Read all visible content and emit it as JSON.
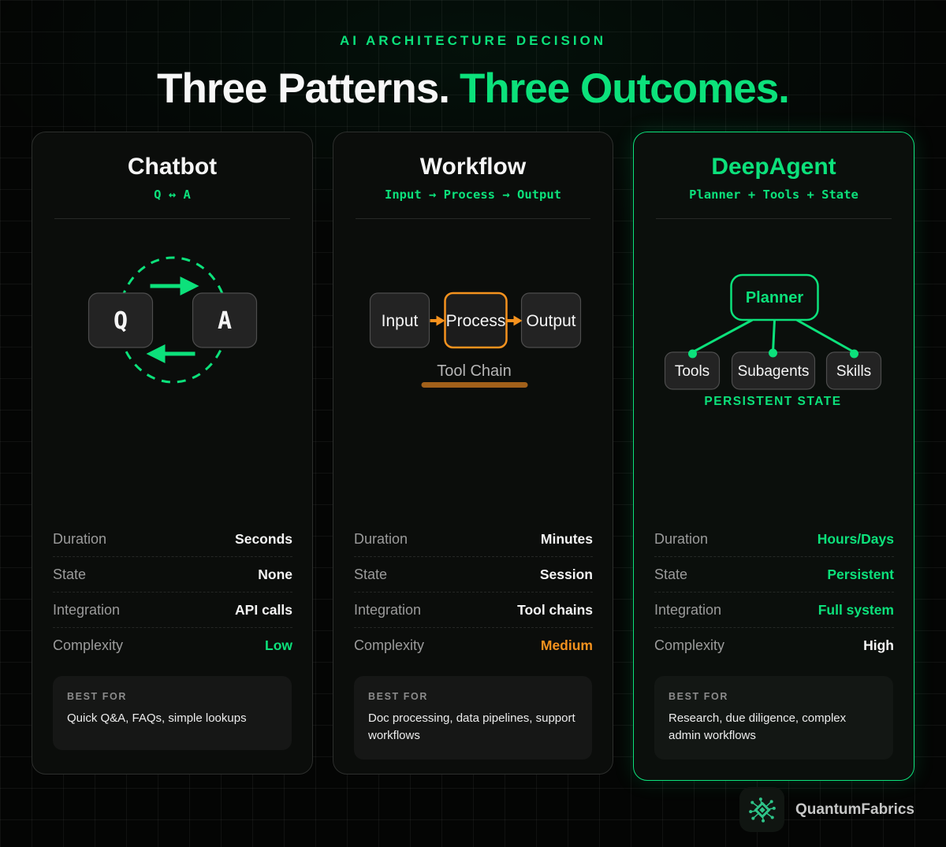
{
  "header": {
    "kicker": "AI ARCHITECTURE DECISION",
    "title_white": "Three Patterns.",
    "title_green": "Three Outcomes."
  },
  "cards": [
    {
      "title": "Chatbot",
      "subtitle": "Q ↔ A",
      "diagram": {
        "type": "qa-loop",
        "node_q": "Q",
        "node_a": "A"
      },
      "stats": [
        {
          "label": "Duration",
          "value": "Seconds",
          "highlight": "none"
        },
        {
          "label": "State",
          "value": "None",
          "highlight": "none"
        },
        {
          "label": "Integration",
          "value": "API calls",
          "highlight": "none"
        },
        {
          "label": "Complexity",
          "value": "Low",
          "highlight": "green"
        }
      ],
      "best_for": {
        "label": "BEST FOR",
        "text": "Quick Q&A, FAQs, simple lookups"
      }
    },
    {
      "title": "Workflow",
      "subtitle": "Input → Process → Output",
      "diagram": {
        "type": "pipeline",
        "node_input": "Input",
        "node_process": "Process",
        "node_output": "Output",
        "caption": "Tool Chain"
      },
      "stats": [
        {
          "label": "Duration",
          "value": "Minutes",
          "highlight": "none"
        },
        {
          "label": "State",
          "value": "Session",
          "highlight": "none"
        },
        {
          "label": "Integration",
          "value": "Tool chains",
          "highlight": "none"
        },
        {
          "label": "Complexity",
          "value": "Medium",
          "highlight": "orange"
        }
      ],
      "best_for": {
        "label": "BEST FOR",
        "text": "Doc processing, data pipelines, support workflows"
      }
    },
    {
      "title": "DeepAgent",
      "subtitle": "Planner + Tools + State",
      "diagram": {
        "type": "planner-tree",
        "node_planner": "Planner",
        "node_tools": "Tools",
        "node_subagents": "Subagents",
        "node_skills": "Skills",
        "caption": "PERSISTENT STATE"
      },
      "stats": [
        {
          "label": "Duration",
          "value": "Hours/Days",
          "highlight": "green"
        },
        {
          "label": "State",
          "value": "Persistent",
          "highlight": "green"
        },
        {
          "label": "Integration",
          "value": "Full system",
          "highlight": "green"
        },
        {
          "label": "Complexity",
          "value": "High",
          "highlight": "none"
        }
      ],
      "best_for": {
        "label": "BEST FOR",
        "text": "Research, due diligence, complex admin workflows"
      }
    }
  ],
  "footer": {
    "brand": "QuantumFabrics"
  },
  "colors": {
    "accent_green": "#0ce17b",
    "accent_orange": "#f5921e",
    "tool_chain_bar": "#a2601a",
    "logo_teal": "#2ec489",
    "card_background": "#0b0d0b",
    "node_background": "#232323"
  }
}
